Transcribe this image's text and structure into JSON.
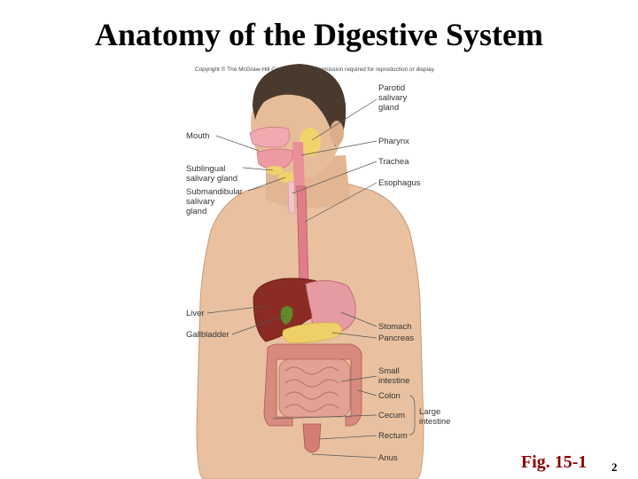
{
  "title": "Anatomy of the Digestive System",
  "copyright": "Copyright © The McGraw-Hill Companies, Inc. Permission required for reproduction or display.",
  "labels": {
    "parotid": "Parotid\nsalivary\ngland",
    "mouth": "Mouth",
    "pharynx": "Pharynx",
    "trachea": "Trachea",
    "sublingual": "Sublingual\nsalivary gland",
    "esophagus": "Esophagus",
    "submandibular": "Submandibular\nsalivary\ngland",
    "liver": "Liver",
    "gallbladder": "Gallbladder",
    "stomach": "Stomach",
    "pancreas": "Pancreas",
    "small_intestine": "Small\nintestine",
    "colon": "Colon",
    "cecum": "Cecum",
    "large_intestine": "Large\nintestine",
    "rectum": "Rectum",
    "anus": "Anus"
  },
  "figure_label": "Fig. 15-1",
  "page_number": "2"
}
